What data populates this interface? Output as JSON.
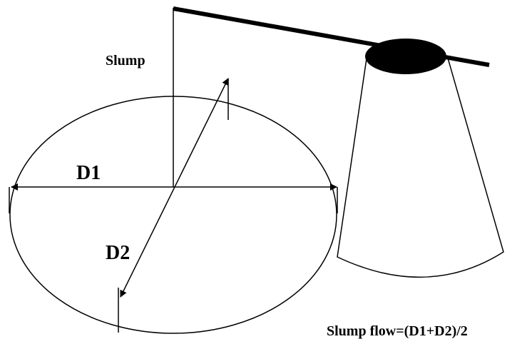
{
  "labels": {
    "slump": "Slump",
    "d1": "D1",
    "d2": "D2",
    "formula": "Slump flow=(D1+D2)/2"
  },
  "colors": {
    "ink": "#000000",
    "background": "#ffffff"
  }
}
